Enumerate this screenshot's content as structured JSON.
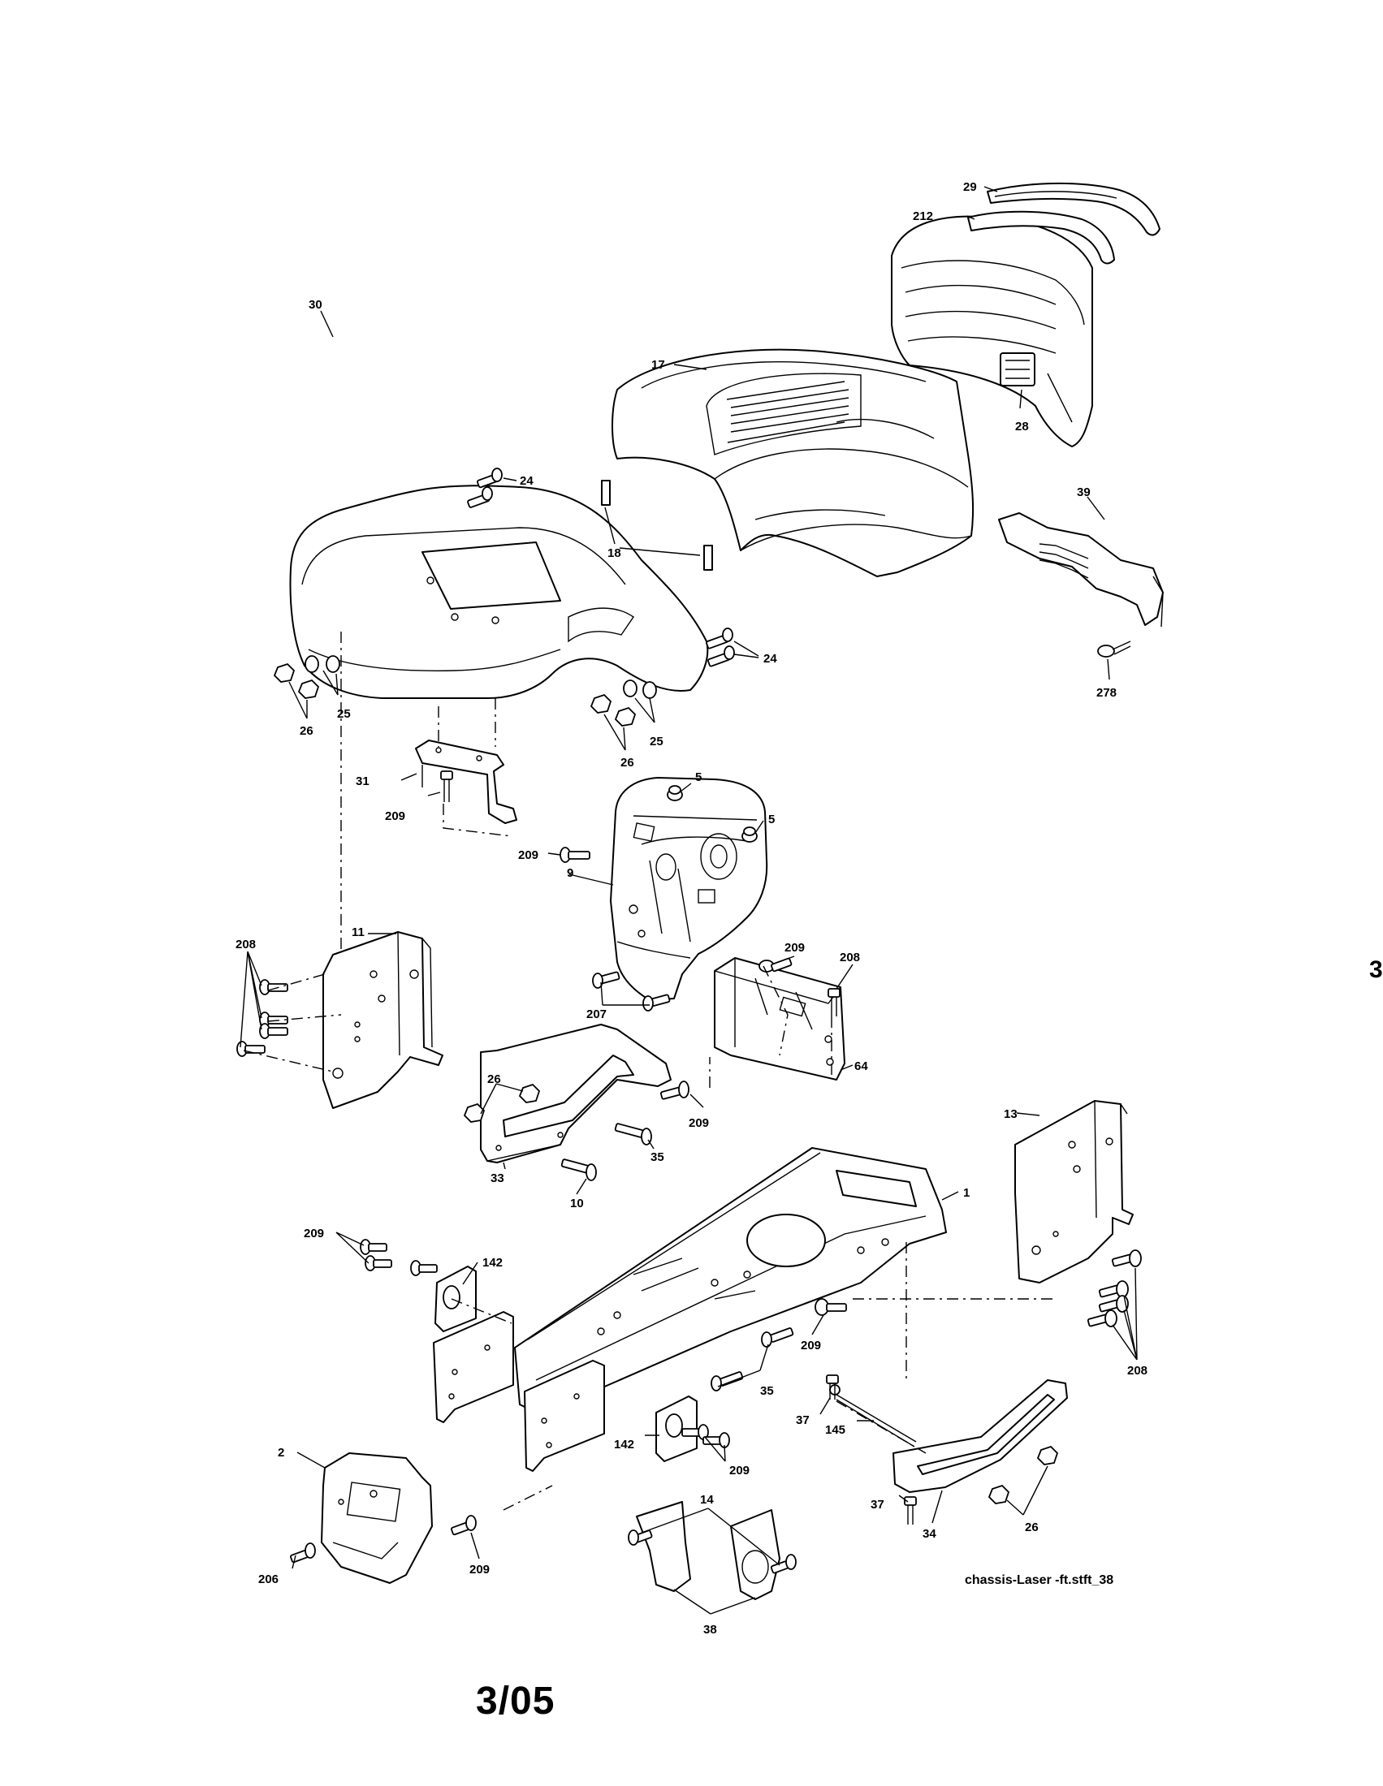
{
  "diagram": {
    "source_label": "chassis-Laser -ft.stft_38",
    "page_date": "3/05",
    "edge_mark": "3",
    "callouts": [
      {
        "id": "c29",
        "text": "29"
      },
      {
        "id": "c212",
        "text": "212"
      },
      {
        "id": "c17",
        "text": "17"
      },
      {
        "id": "c28",
        "text": "28"
      },
      {
        "id": "c30",
        "text": "30"
      },
      {
        "id": "c24a",
        "text": "24"
      },
      {
        "id": "c18",
        "text": "18"
      },
      {
        "id": "c39",
        "text": "39"
      },
      {
        "id": "c24b",
        "text": "24"
      },
      {
        "id": "c278",
        "text": "278"
      },
      {
        "id": "c25a",
        "text": "25"
      },
      {
        "id": "c26a",
        "text": "26"
      },
      {
        "id": "c25b",
        "text": "25"
      },
      {
        "id": "c26b",
        "text": "26"
      },
      {
        "id": "c5a",
        "text": "5"
      },
      {
        "id": "c5b",
        "text": "5"
      },
      {
        "id": "c31",
        "text": "31"
      },
      {
        "id": "c209a",
        "text": "209"
      },
      {
        "id": "c209b",
        "text": "209"
      },
      {
        "id": "c9",
        "text": "9"
      },
      {
        "id": "c208a",
        "text": "208"
      },
      {
        "id": "c11",
        "text": "11"
      },
      {
        "id": "c209c",
        "text": "209"
      },
      {
        "id": "c208b",
        "text": "208"
      },
      {
        "id": "c207",
        "text": "207"
      },
      {
        "id": "c64",
        "text": "64"
      },
      {
        "id": "c26c",
        "text": "26"
      },
      {
        "id": "c209d",
        "text": "209"
      },
      {
        "id": "c13",
        "text": "13"
      },
      {
        "id": "c35a",
        "text": "35"
      },
      {
        "id": "c33",
        "text": "33"
      },
      {
        "id": "c10",
        "text": "10"
      },
      {
        "id": "c1",
        "text": "1"
      },
      {
        "id": "c209e",
        "text": "209"
      },
      {
        "id": "c142a",
        "text": "142"
      },
      {
        "id": "c209f",
        "text": "209"
      },
      {
        "id": "c208c",
        "text": "208"
      },
      {
        "id": "c35b",
        "text": "35"
      },
      {
        "id": "c37a",
        "text": "37"
      },
      {
        "id": "c145",
        "text": "145"
      },
      {
        "id": "c2",
        "text": "2"
      },
      {
        "id": "c142b",
        "text": "142"
      },
      {
        "id": "c209g",
        "text": "209"
      },
      {
        "id": "c37b",
        "text": "37"
      },
      {
        "id": "c34",
        "text": "34"
      },
      {
        "id": "c26d",
        "text": "26"
      },
      {
        "id": "c14",
        "text": "14"
      },
      {
        "id": "c206",
        "text": "206"
      },
      {
        "id": "c209h",
        "text": "209"
      },
      {
        "id": "c38",
        "text": "38"
      }
    ]
  }
}
